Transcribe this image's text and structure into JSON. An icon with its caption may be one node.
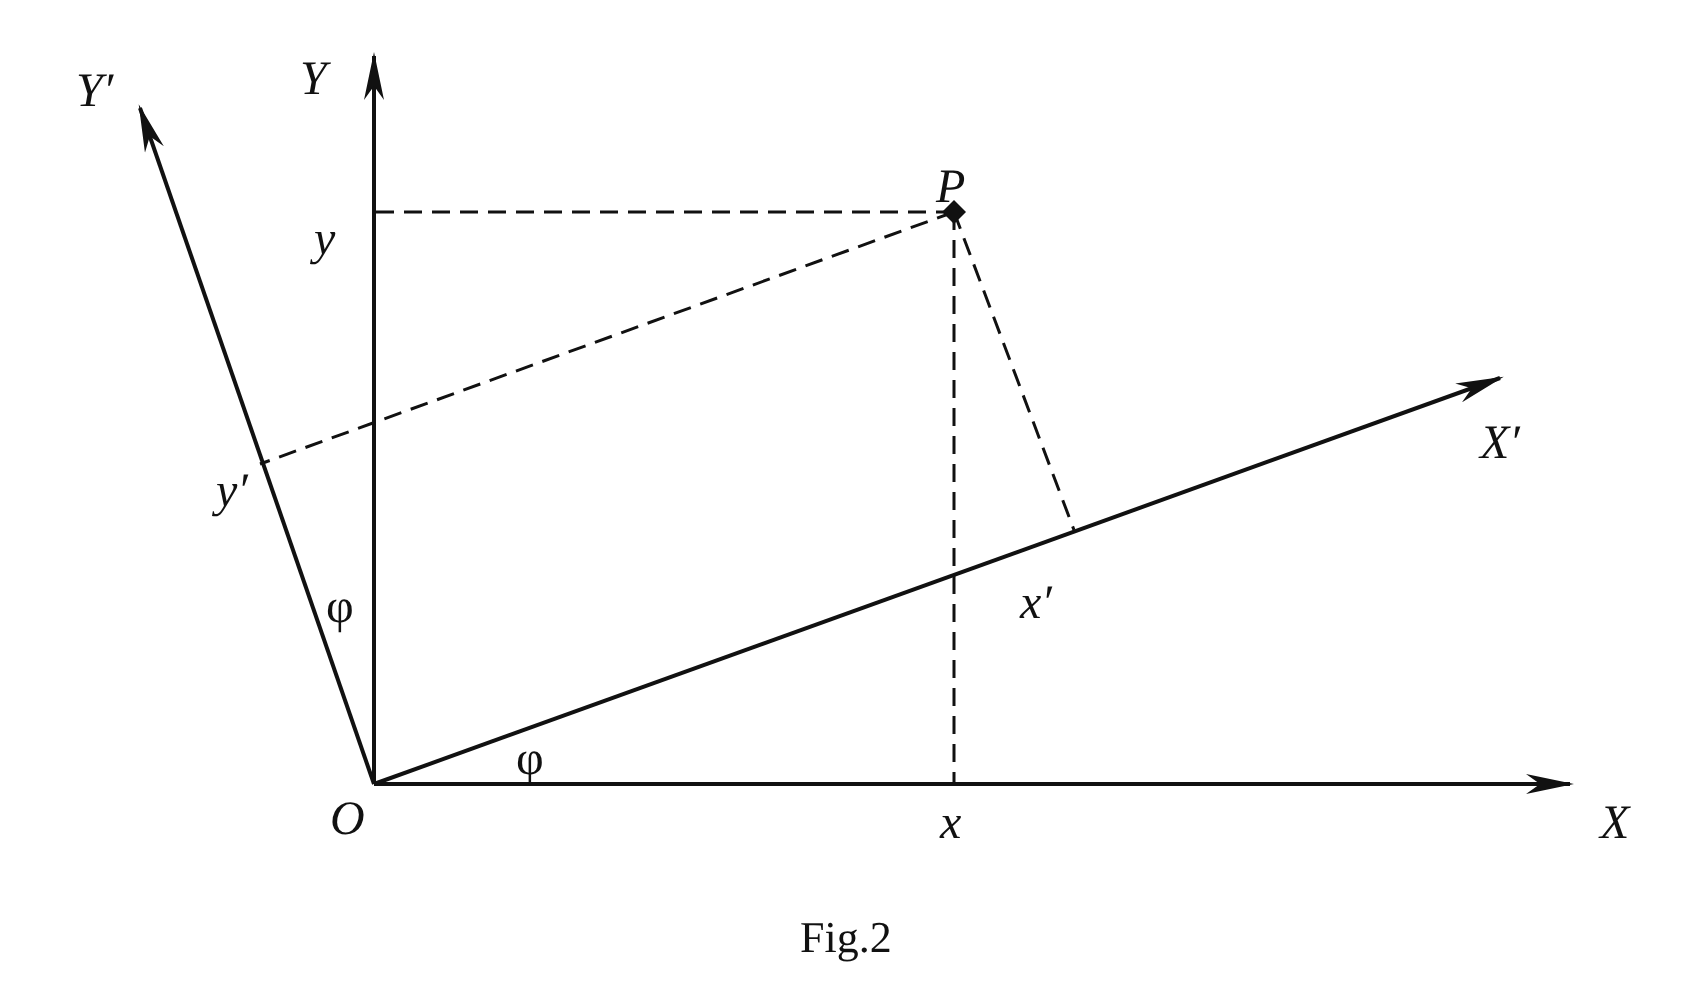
{
  "diagram": {
    "caption": "Fig.2",
    "labels": [
      "Y′",
      "Y",
      "P",
      "y",
      "y′",
      "X′",
      "φ",
      "φ",
      "O",
      "x",
      "x′",
      "X"
    ]
  }
}
